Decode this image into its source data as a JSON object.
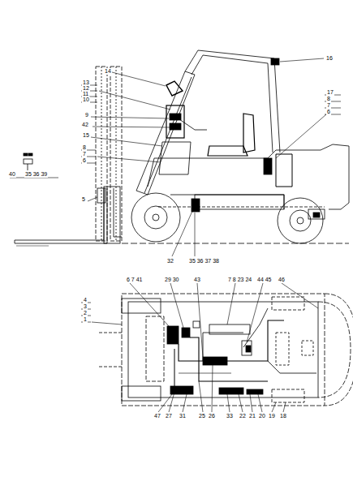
{
  "diagram": {
    "labels": [
      "14",
      "16",
      "13",
      "12",
      "11",
      "10",
      "9",
      "42",
      "15",
      "8",
      "7",
      "6",
      "17",
      "8",
      "7",
      "6",
      "5",
      "40",
      "35 36 39",
      "32",
      "35 36 37 38",
      "6 7 41",
      "29 30",
      "43",
      "7 8 23 24",
      "44 45",
      "46",
      "4",
      "3",
      "2",
      "1",
      "47",
      "27",
      "31",
      "25",
      "26",
      "33",
      "22",
      "21",
      "20",
      "19",
      "18"
    ]
  }
}
